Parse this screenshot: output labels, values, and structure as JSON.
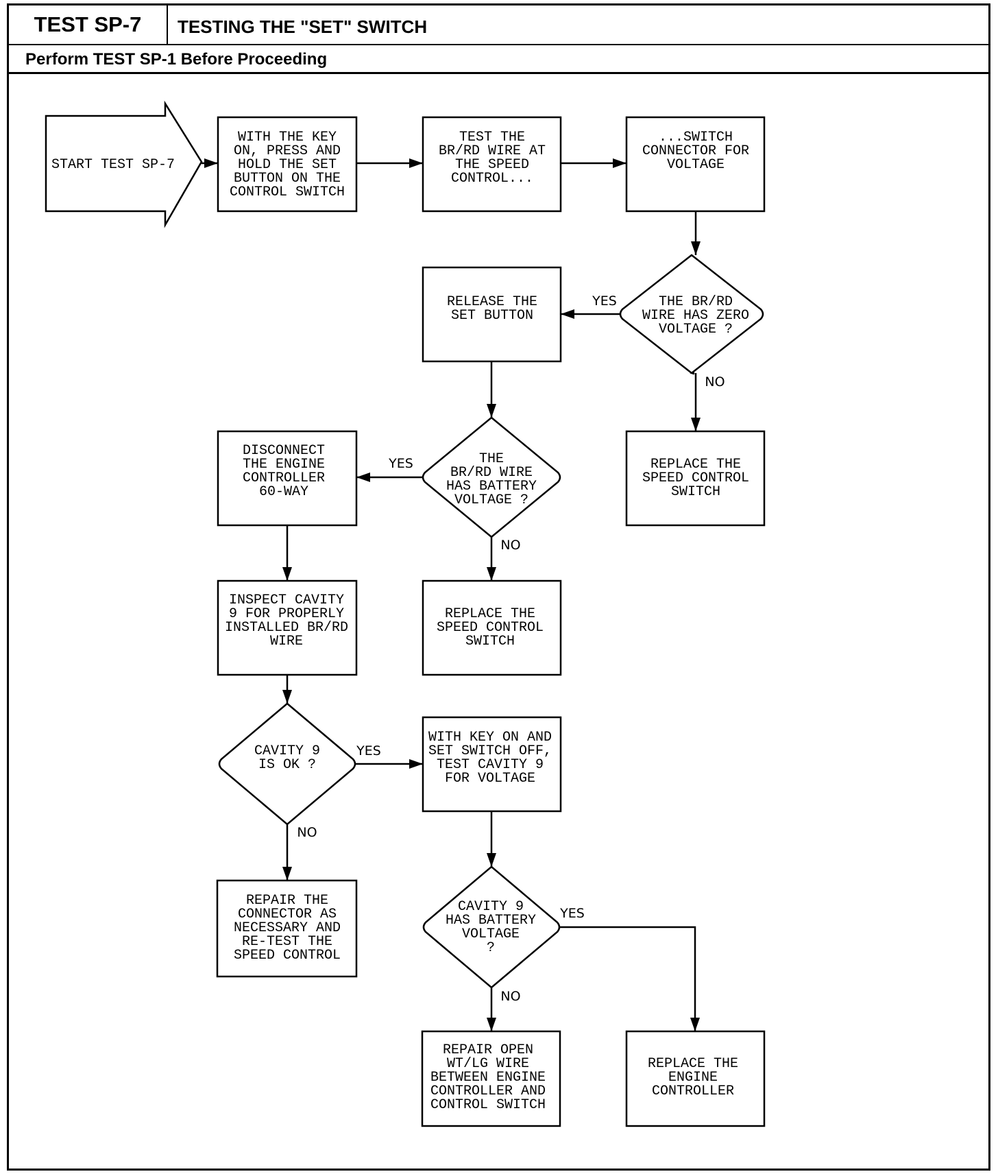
{
  "header": {
    "test_id": "TEST SP-7",
    "title": "TESTING THE \"SET\" SWITCH",
    "prerequisite": "Perform TEST SP-1 Before Proceeding"
  },
  "flowchart": {
    "start": {
      "text": [
        "START TEST SP-7"
      ]
    },
    "step_press_set": {
      "text": [
        "WITH THE KEY",
        "ON, PRESS AND",
        "HOLD THE SET",
        "BUTTON ON THE",
        "CONTROL SWITCH"
      ]
    },
    "step_test_br_rd": {
      "text": [
        "TEST THE",
        "BR/RD WIRE AT",
        "THE SPEED",
        "CONTROL..."
      ]
    },
    "step_switch_connector": {
      "text": [
        "...SWITCH",
        "CONNECTOR FOR",
        "VOLTAGE"
      ]
    },
    "decision_zero_voltage": {
      "text": [
        "THE BR/RD",
        "WIRE HAS ZERO",
        "VOLTAGE ?"
      ]
    },
    "step_release_set": {
      "text": [
        "RELEASE THE",
        "SET BUTTON"
      ]
    },
    "step_replace_switch_a": {
      "text": [
        "REPLACE THE",
        "SPEED CONTROL",
        "SWITCH"
      ]
    },
    "decision_battery_voltage": {
      "text": [
        "THE",
        "BR/RD WIRE",
        "HAS BATTERY",
        "VOLTAGE ?"
      ]
    },
    "step_disconnect": {
      "text": [
        "DISCONNECT",
        "THE ENGINE",
        "CONTROLLER",
        "60-WAY"
      ]
    },
    "step_replace_switch_b": {
      "text": [
        "REPLACE THE",
        "SPEED CONTROL",
        "SWITCH"
      ]
    },
    "step_inspect_cavity": {
      "text": [
        "INSPECT CAVITY",
        "9 FOR PROPERLY",
        "INSTALLED BR/RD",
        "WIRE"
      ]
    },
    "decision_cavity_ok": {
      "text": [
        "CAVITY 9",
        "IS OK ?"
      ]
    },
    "step_key_on_test": {
      "text": [
        "WITH KEY ON AND",
        "SET SWITCH OFF,",
        "TEST CAVITY 9",
        "FOR VOLTAGE"
      ]
    },
    "step_repair_connector": {
      "text": [
        "REPAIR THE",
        "CONNECTOR AS",
        "NECESSARY AND",
        "RE-TEST THE",
        "SPEED CONTROL"
      ]
    },
    "decision_cavity_battery": {
      "text": [
        "CAVITY 9",
        "HAS BATTERY",
        "VOLTAGE",
        "?"
      ]
    },
    "step_repair_open": {
      "text": [
        "REPAIR OPEN",
        "WT/LG WIRE",
        "BETWEEN ENGINE",
        "CONTROLLER AND",
        "CONTROL SWITCH"
      ]
    },
    "step_replace_controller": {
      "text": [
        "REPLACE THE",
        "ENGINE",
        "CONTROLLER"
      ]
    }
  },
  "labels": {
    "yes": "YES",
    "no": "NO"
  }
}
